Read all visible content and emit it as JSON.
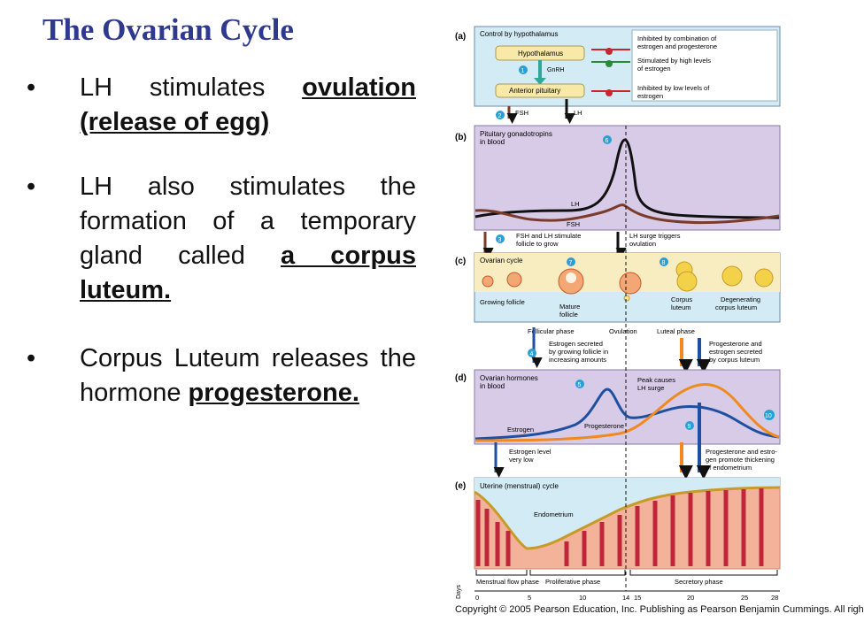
{
  "title": "The Ovarian Cycle",
  "bullets": [
    {
      "lead": "LH stimulates ",
      "emph": "ovulation (release of egg)",
      "tail": ""
    },
    {
      "lead": "LH also stimulates the formation of a temporary gland called ",
      "emph": "a corpus luteum.",
      "tail": ""
    },
    {
      "lead": "Corpus Luteum releases the hormone ",
      "emph": "progesterone.",
      "tail": ""
    }
  ],
  "bullet_glyph": "•",
  "figure": {
    "panel_a": {
      "letter": "(a)",
      "title": "Control by hypothalamus",
      "hypothalamus": "Hypothalamus",
      "gnrh": "GnRH",
      "anterior_pituitary": "Anterior pituitary",
      "note1": "Inhibited by combination of",
      "note1b": "estrogen and progesterone",
      "note2": "Stimulated by high levels",
      "note2b": "of estrogen",
      "note3": "Inhibited by low levels of",
      "note3b": "estrogen",
      "fsh": "FSH",
      "lh": "LH"
    },
    "panel_b": {
      "letter": "(b)",
      "title": "Pituitary gonadotropins",
      "title2": "in blood",
      "lh": "LH",
      "fsh": "FSH",
      "note_left": "FSH and LH stimulate",
      "note_left2": "follicle to grow",
      "note_right": "LH surge triggers",
      "note_right2": "ovulation"
    },
    "panel_c": {
      "letter": "(c)",
      "title": "Ovarian cycle",
      "growing": "Growing follicle",
      "mature": "Mature",
      "mature2": "follicle",
      "corpus": "Corpus",
      "corpus2": "luteum",
      "degen": "Degenerating",
      "degen2": "corpus luteum",
      "follicular": "Follicular phase",
      "ovulation": "Ovulation",
      "luteal": "Luteal phase",
      "estro_note": "Estrogen secreted",
      "estro_note2": "by growing follicle in",
      "estro_note3": "increasing amounts",
      "prog_note": "Progesterone and",
      "prog_note2": "estrogen secreted",
      "prog_note3": "by corpus luteum"
    },
    "panel_d": {
      "letter": "(d)",
      "title": "Ovarian hormones",
      "title2": "in blood",
      "peak": "Peak causes",
      "peak2": "LH surge",
      "estrogen": "Estrogen",
      "progesterone": "Progesterone",
      "low_note": "Estrogen level",
      "low_note2": "very low",
      "promote": "Progesterone and estro-",
      "promote2": "gen promote thickening",
      "promote3": "of endometrium"
    },
    "panel_e": {
      "letter": "(e)",
      "title": "Uterine (menstrual) cycle",
      "endometrium": "Endometrium",
      "phase1": "Menstrual flow phase",
      "phase2": "Proliferative phase",
      "phase3": "Secretory phase",
      "days_label": "Days",
      "days": [
        "0",
        "5",
        "10",
        "14",
        "15",
        "20",
        "25",
        "28"
      ]
    },
    "step_numbers": [
      "1",
      "2",
      "3",
      "4",
      "5",
      "6",
      "7",
      "8",
      "9",
      "10"
    ],
    "colors": {
      "panel_blue": "#d3ebf4",
      "panel_purple": "#d8cbe8",
      "lh": "#111111",
      "fsh": "#7a3b2a",
      "estrogen": "#1f4fa0",
      "progesterone": "#f0891e",
      "step": "#2a9fd6",
      "endometrium": "#c0263a",
      "uterus": "#f3b29a"
    }
  },
  "copyright": "Copyright © 2005 Pearson Education, Inc. Publishing as Pearson Benjamin Cummings. All righ"
}
